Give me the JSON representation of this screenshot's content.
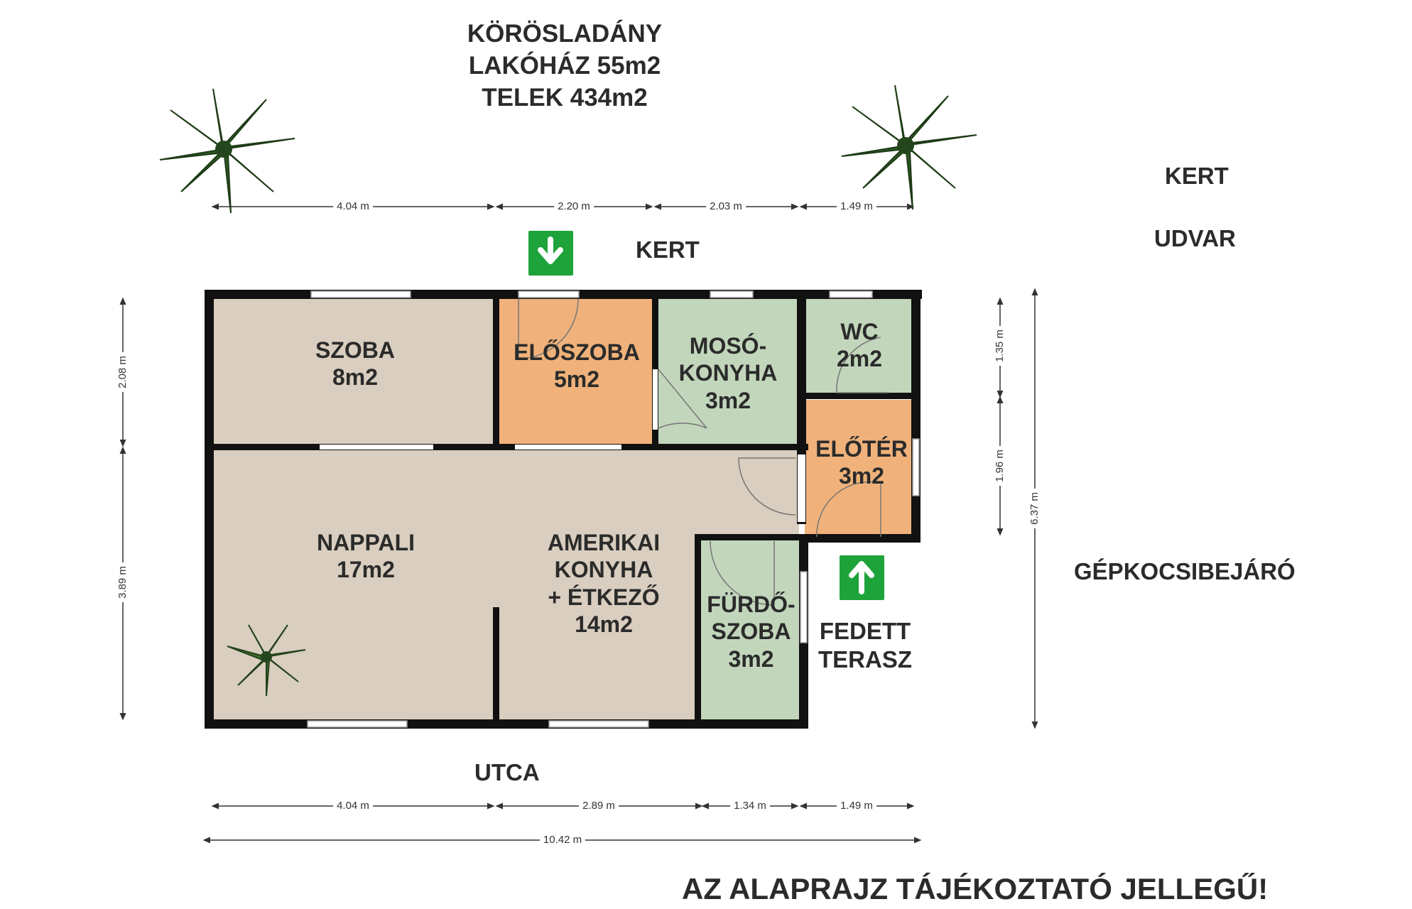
{
  "title": {
    "line1": "KÖRÖSLADÁNY",
    "line2": "LAKÓHÁZ 55m2",
    "line3": "TELEK 434m2"
  },
  "rooms": {
    "szoba": {
      "name": "SZOBA",
      "area": "8m2"
    },
    "eloszoba": {
      "name": "ELŐSZOBA",
      "area": "5m2"
    },
    "mosokonyha": {
      "name1": "MOSÓ-",
      "name2": "KONYHA",
      "area": "3m2"
    },
    "wc": {
      "name": "WC",
      "area": "2m2"
    },
    "eloter": {
      "name": "ELŐTÉR",
      "area": "3m2"
    },
    "nappali": {
      "name": "NAPPALI",
      "area": "17m2"
    },
    "amerikai": {
      "name1": "AMERIKAI",
      "name2": "KONYHA",
      "name3": "+ ÉTKEZŐ",
      "area": "14m2"
    },
    "furdo": {
      "name1": "FÜRDŐ-",
      "name2": "SZOBA",
      "area": "3m2"
    }
  },
  "exterior": {
    "kert_top": "KERT",
    "kert_right": "KERT",
    "udvar": "UDVAR",
    "gepkocsi": "GÉPKOCSIBEJÁRÓ",
    "terasz1": "FEDETT",
    "terasz2": "TERASZ",
    "utca": "UTCA"
  },
  "dimensions": {
    "top": [
      "4.04 m",
      "2.20 m",
      "2.03 m",
      "1.49 m"
    ],
    "bottom": [
      "4.04 m",
      "2.89 m",
      "1.34 m",
      "1.49 m"
    ],
    "total": "10.42 m",
    "left": [
      "2.08 m",
      "3.89 m"
    ],
    "right": [
      "1.35 m",
      "1.96 m"
    ],
    "right_total": "6.37 m"
  },
  "disclaimer": "AZ ALAPRAJZ TÁJÉKOZTATÓ JELLEGŰ!",
  "colors": {
    "wall": "#111111",
    "living": "#d9cebf",
    "hall": "#f0b27a",
    "wet": "#c2d6bc",
    "arrow_green": "#1ea33a",
    "plant": "#2f5a26"
  },
  "icons": {
    "entry_arrow_top": "arrow-down-icon",
    "entry_arrow_bottom": "arrow-up-icon",
    "plants": "potted-plant-icon"
  }
}
